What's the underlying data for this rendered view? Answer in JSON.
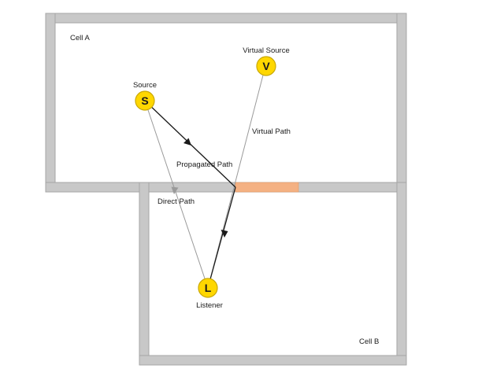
{
  "rooms": {
    "cell_a": "Cell A",
    "cell_b": "Cell B"
  },
  "nodes": {
    "source": {
      "label": "Source",
      "letter": "S"
    },
    "virtual_source": {
      "label": "Virtual Source",
      "letter": "V"
    },
    "listener": {
      "label": "Listener",
      "letter": "L"
    }
  },
  "paths": {
    "direct": "Direct Path",
    "propagated": "Propagated Path",
    "virtual": "Virtual Path"
  },
  "colors": {
    "wall_fill": "#c8c8c8",
    "wall_stroke": "#a6a6a6",
    "portal": "#f4b183",
    "node_fill": "#ffd700",
    "node_stroke": "#c9a800",
    "propagated_line": "#1a1a1a",
    "direct_line": "#9a9a9a"
  }
}
